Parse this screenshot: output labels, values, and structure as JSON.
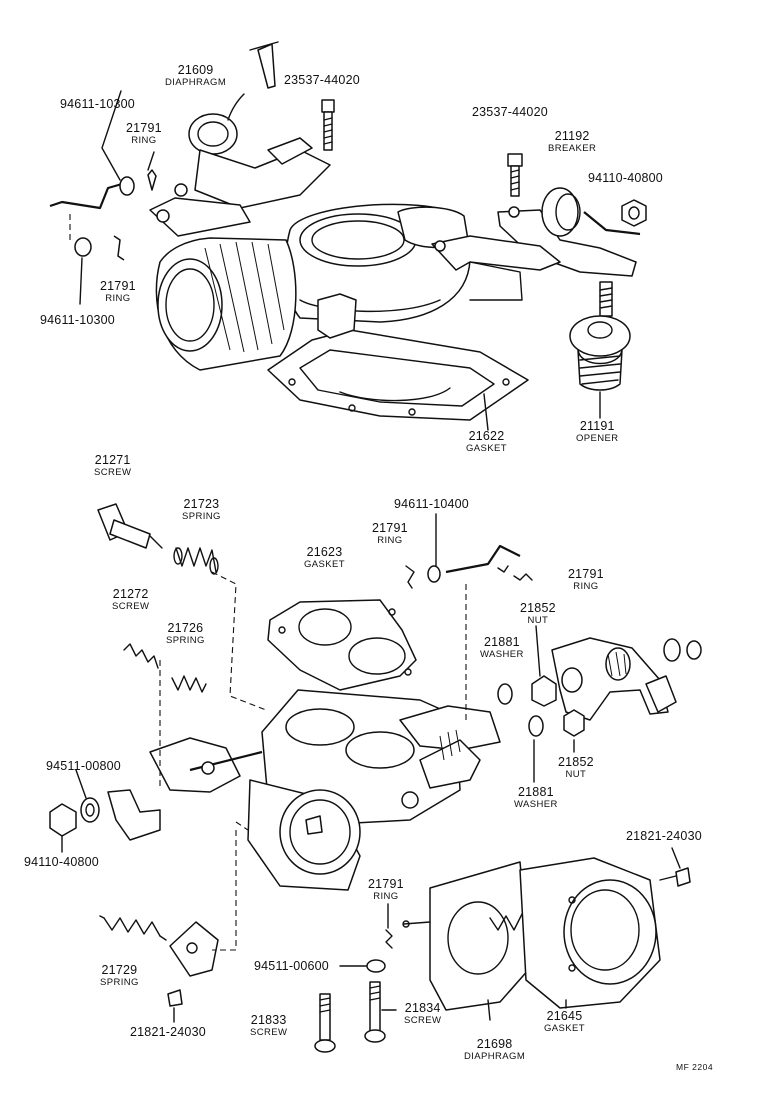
{
  "labels": {
    "l01": {
      "number": "21609",
      "name": "DIAPHRAGM"
    },
    "l02": {
      "number": "23537-44020",
      "name": ""
    },
    "l03": {
      "number": "94611-10300",
      "name": ""
    },
    "l04": {
      "number": "21791",
      "name": "RING"
    },
    "l05": {
      "number": "23537-44020",
      "name": ""
    },
    "l06": {
      "number": "21192",
      "name": "BREAKER"
    },
    "l07": {
      "number": "94110-40800",
      "name": ""
    },
    "l08": {
      "number": "21791",
      "name": "RING"
    },
    "l09": {
      "number": "94611-10300",
      "name": ""
    },
    "l10": {
      "number": "21622",
      "name": "GASKET"
    },
    "l11": {
      "number": "21191",
      "name": "OPENER"
    },
    "l12": {
      "number": "21271",
      "name": "SCREW"
    },
    "l13": {
      "number": "21723",
      "name": "SPRING"
    },
    "l14": {
      "number": "94611-10400",
      "name": ""
    },
    "l15": {
      "number": "21791",
      "name": "RING"
    },
    "l16": {
      "number": "21623",
      "name": "GASKET"
    },
    "l17": {
      "number": "21791",
      "name": "RING"
    },
    "l18": {
      "number": "21272",
      "name": "SCREW"
    },
    "l19": {
      "number": "21852",
      "name": "NUT"
    },
    "l20": {
      "number": "21726",
      "name": "SPRING"
    },
    "l21": {
      "number": "21881",
      "name": "WASHER"
    },
    "l22": {
      "number": "94511-00800",
      "name": ""
    },
    "l23": {
      "number": "21852",
      "name": "NUT"
    },
    "l24": {
      "number": "21881",
      "name": "WASHER"
    },
    "l25": {
      "number": "94110-40800",
      "name": ""
    },
    "l26": {
      "number": "21821-24030",
      "name": ""
    },
    "l27": {
      "number": "21791",
      "name": "RING"
    },
    "l28": {
      "number": "94511-00600",
      "name": ""
    },
    "l29": {
      "number": "21729",
      "name": "SPRING"
    },
    "l30": {
      "number": "21821-24030",
      "name": ""
    },
    "l31": {
      "number": "21833",
      "name": "SCREW"
    },
    "l32": {
      "number": "21834",
      "name": "SCREW"
    },
    "l33": {
      "number": "21645",
      "name": "GASKET"
    },
    "l34": {
      "number": "21698",
      "name": "DIAPHRAGM"
    }
  },
  "figure_code": "MF 2204"
}
